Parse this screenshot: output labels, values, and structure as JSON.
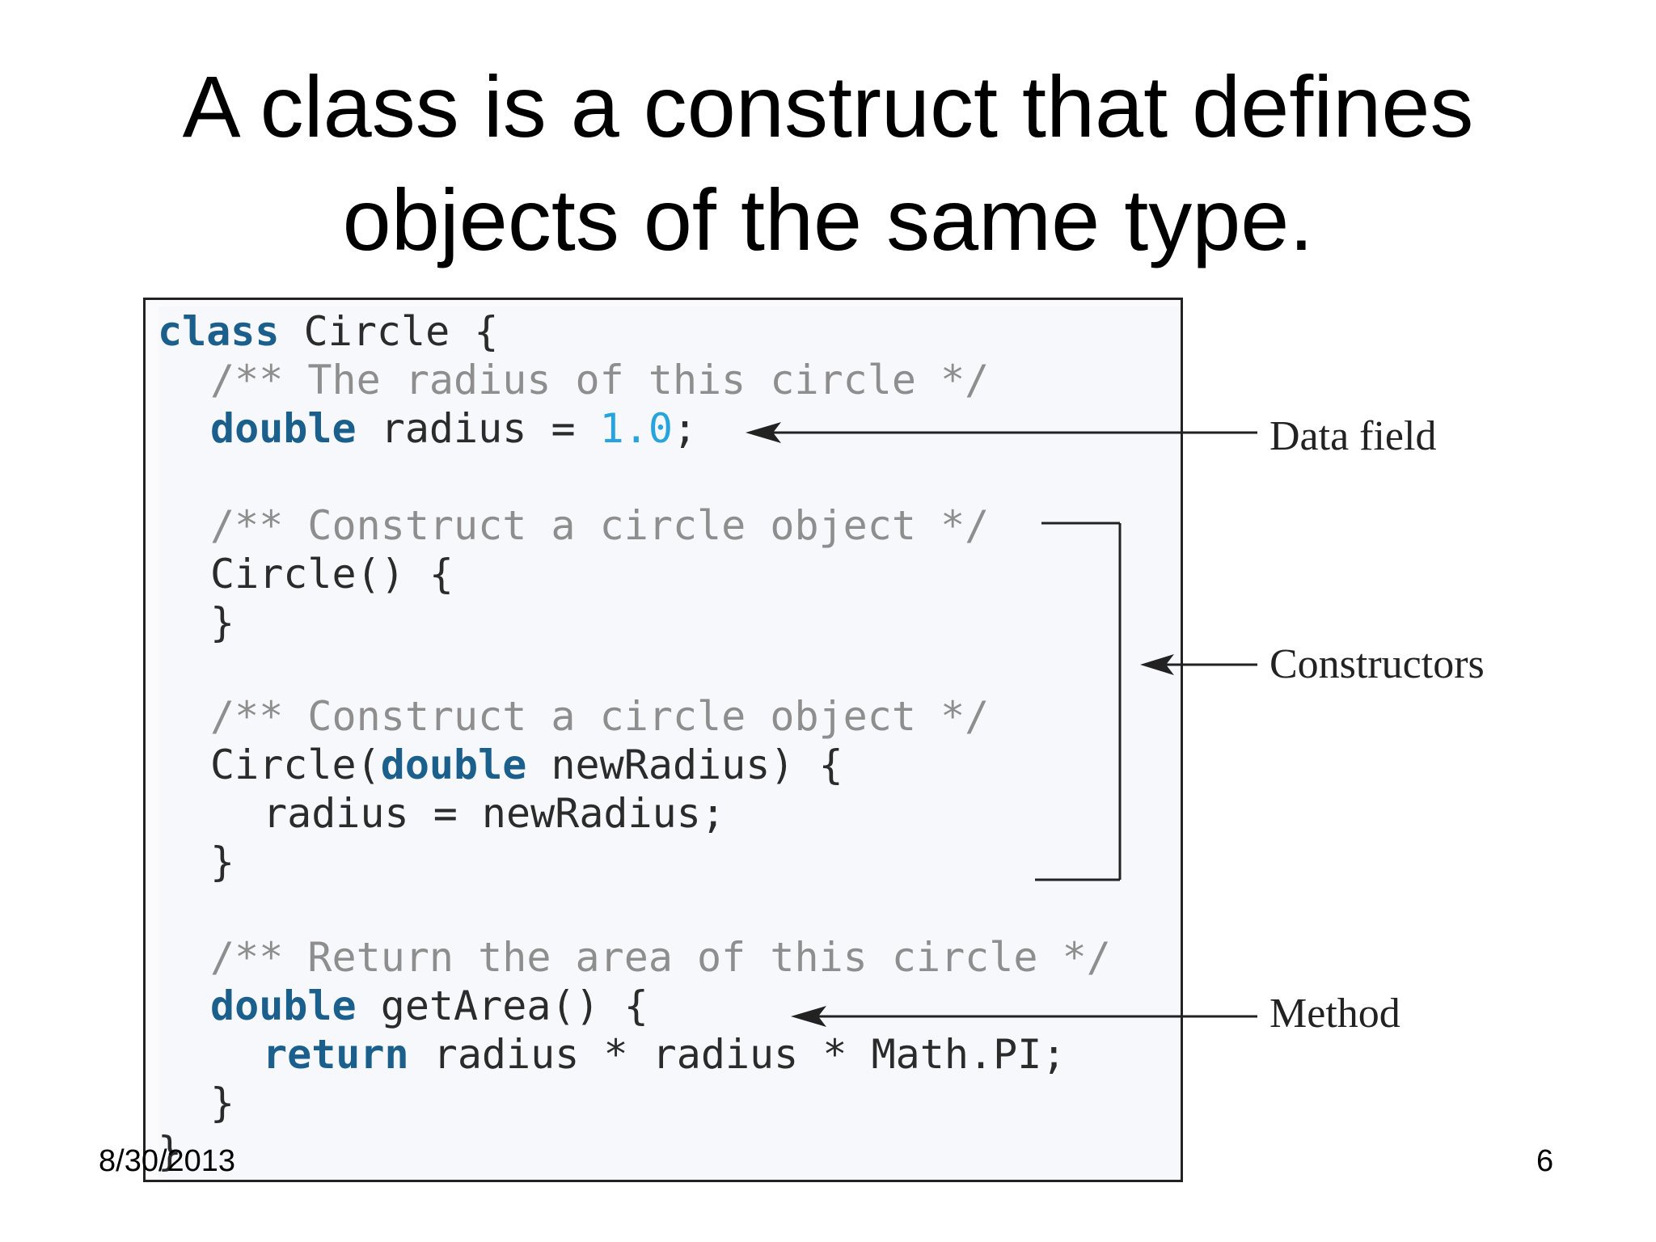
{
  "slide": {
    "title_line1": "A class is a construct that defines",
    "title_line2": "objects of the same type.",
    "date": "8/30/2013",
    "page_number": "6"
  },
  "code": {
    "line1": {
      "kw": "class",
      "text": " Circle {"
    },
    "line2": {
      "comment": "/** The radius of this circle */"
    },
    "line3": {
      "kw": "double",
      "text": " radius = ",
      "num": "1.0",
      "end": ";"
    },
    "line4": {
      "comment": "/** Construct a circle object */"
    },
    "line5": {
      "text": "Circle() {"
    },
    "line6": {
      "text": "}"
    },
    "line7": {
      "comment": "/** Construct a circle object */"
    },
    "line8": {
      "text": "Circle(",
      "kw": "double",
      "end": " newRadius) {"
    },
    "line9": {
      "text": "radius = newRadius;"
    },
    "line10": {
      "text": "}"
    },
    "line11": {
      "comment": "/** Return the area of this circle */"
    },
    "line12": {
      "kw": "double",
      "text": " getArea() {"
    },
    "line13": {
      "kw": "return",
      "text": " radius * radius * Math.PI;"
    },
    "line14": {
      "text": "}"
    },
    "line15": {
      "text": "}"
    }
  },
  "annotations": {
    "data_field": "Data field",
    "constructors": "Constructors",
    "method": "Method"
  },
  "colors": {
    "keyword": "#1b5f8c",
    "comment": "#8e8e8e",
    "number": "#27a3dd",
    "text": "#2b2b2b"
  }
}
